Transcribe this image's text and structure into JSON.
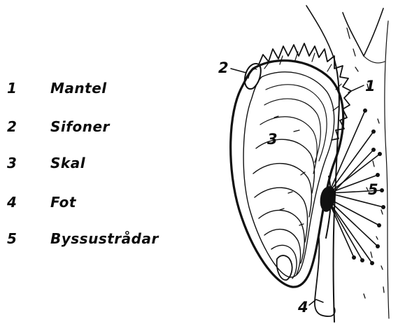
{
  "legend": [
    {
      "num": "1",
      "label": "Mantel"
    },
    {
      "num": "2",
      "label": "Sifoner"
    },
    {
      "num": "3",
      "label": "Skal"
    },
    {
      "num": "4",
      "label": "Fot"
    },
    {
      "num": "5",
      "label": "Byssustrådar"
    }
  ],
  "callouts": {
    "mantle": "1",
    "siphons": "2",
    "shell": "3",
    "foot": "4",
    "byssus": "5"
  }
}
